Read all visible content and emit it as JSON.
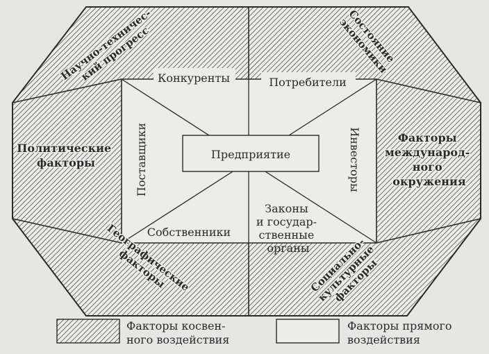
{
  "diagram": {
    "center": "Предприятие",
    "direct_factors": {
      "competitors": "Конкуренты",
      "consumers": "Потребители",
      "suppliers": "Поставщики",
      "investors": "Инвесторы",
      "owners": "Собственники",
      "laws": [
        "Законы",
        "и государ-",
        "ственные",
        "органы"
      ]
    },
    "indirect_factors": {
      "scientific": [
        "Научно-техничес-",
        "кий прогресс"
      ],
      "economy": [
        "Состояние",
        "экономики"
      ],
      "political": [
        "Политические",
        "факторы"
      ],
      "international": [
        "Факторы",
        "междунаpод-",
        "ного",
        "окружения"
      ],
      "geographic": [
        "Географические",
        "факторы"
      ],
      "sociocultural": [
        "Социально-",
        "культурные",
        "факторы"
      ]
    }
  },
  "legend": {
    "indirect": [
      "Факторы косвен-",
      "ного воздействия"
    ],
    "direct": [
      "Факторы прямого",
      "воздействия"
    ]
  },
  "colors": {
    "ink": "#2a2a2a",
    "background": "#e6e6e4",
    "panel": "#ecece9"
  }
}
